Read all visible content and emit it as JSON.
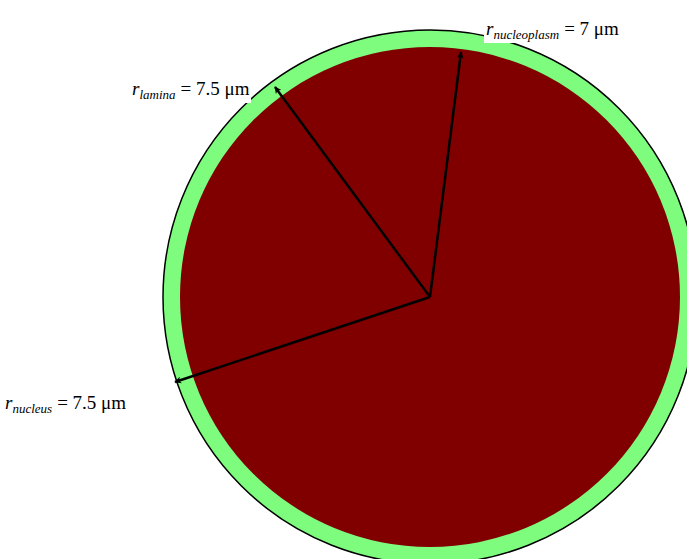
{
  "diagram": {
    "labels": [
      "r",
      "nucleoplasm",
      "= 7 μm",
      "r",
      "lamina",
      "= 7.5 μm",
      "r",
      "nucleus",
      "= 7.5 μm"
    ]
  }
}
